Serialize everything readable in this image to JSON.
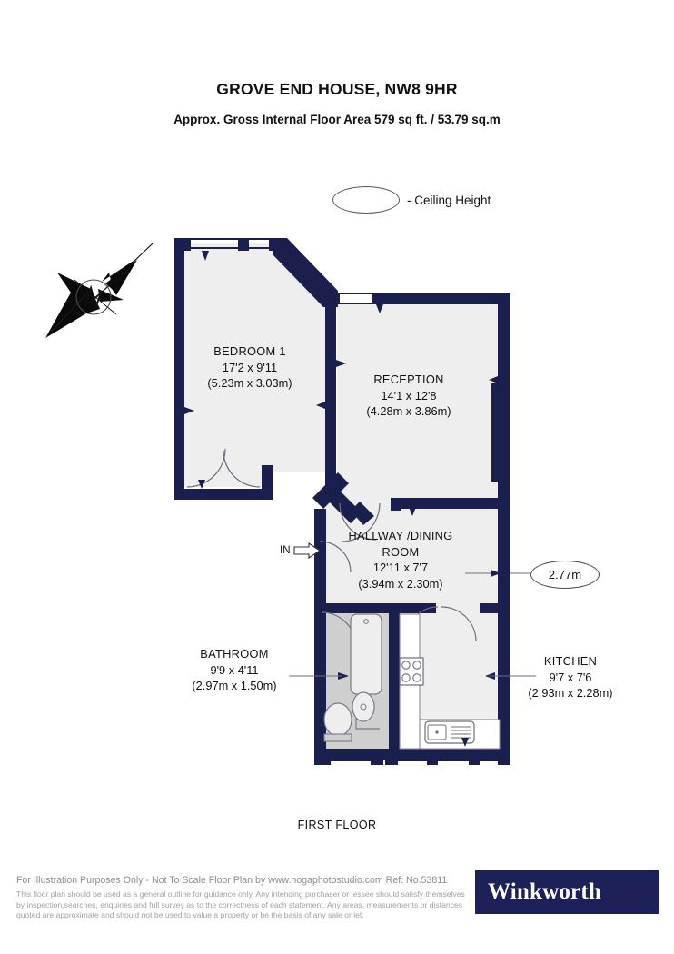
{
  "header": {
    "title": "GROVE END HOUSE, NW8 9HR",
    "subtitle": "Approx. Gross Internal Floor Area  579 sq ft. / 53.79 sq.m"
  },
  "legend": {
    "ceiling_height_label": "- Ceiling Height"
  },
  "compass": {
    "north_label": "N"
  },
  "rooms": [
    {
      "id": "bedroom1",
      "name": "BEDROOM 1",
      "dim_imperial": "17'2 x 9'11",
      "dim_metric": "(5.23m x 3.03m)"
    },
    {
      "id": "reception",
      "name": "RECEPTION",
      "dim_imperial": "14'1 x 12'8",
      "dim_metric": "(4.28m x 3.86m)"
    },
    {
      "id": "hallway",
      "name": "HALLWAY /DINING",
      "name2": "ROOM",
      "dim_imperial": "12'11 x 7'7",
      "dim_metric": "(3.94m x 2.30m)"
    },
    {
      "id": "bathroom",
      "name": "BATHROOM",
      "dim_imperial": "9'9 x 4'11",
      "dim_metric": "(2.97m x 1.50m)"
    },
    {
      "id": "kitchen",
      "name": "KITCHEN",
      "dim_imperial": "9'7 x 7'6",
      "dim_metric": "(2.93m x 2.28m)"
    }
  ],
  "callouts": {
    "ceiling_height_value": "2.77m"
  },
  "entrance": {
    "label": "IN"
  },
  "floor_caption": "FIRST FLOOR",
  "footer": {
    "line1": "For Illustration Purposes Only - Not To Scale   Floor Plan by www.nogaphotostudio.com   Ref: No.53811",
    "disclaimer": "This floor plan should be used as a general outline for guidance only. Any intending purchaser or lessee should satisfy themselves by inspection,searches, enquiries and full survey as to the correctness of each statement. Any areas, measurements or distances quoted are approximate and should not be used to value a property or be the basis of any sale or let.",
    "brand": "Winkworth"
  },
  "colors": {
    "wall": "#1a1f4d",
    "room_fill": "#eeeeee",
    "fixture_fill": "#cfcfcf",
    "brand_navy": "#1d2157",
    "footer_grey": "#9a9aa0"
  }
}
